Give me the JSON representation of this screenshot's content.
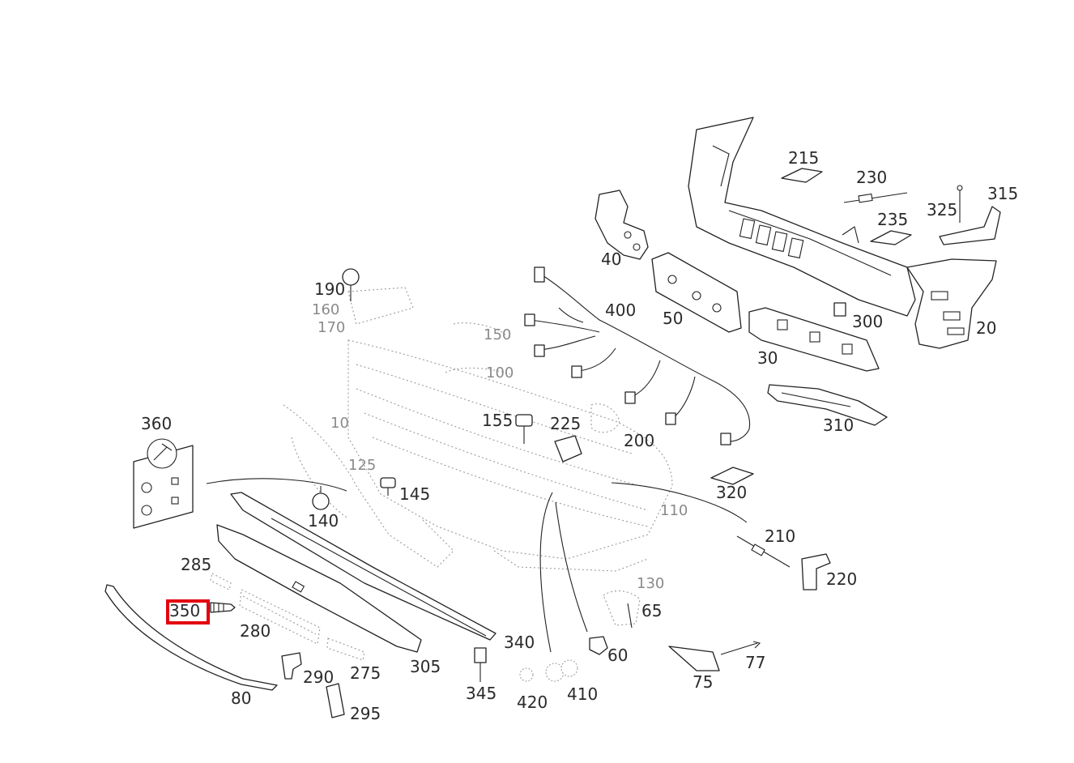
{
  "diagram": {
    "highlighted_part": "350",
    "labels": {
      "p20": "20",
      "p30": "30",
      "p40": "40",
      "p50": "50",
      "p60": "60",
      "p65": "65",
      "p75": "75",
      "p77": "77",
      "p80": "80",
      "p140": "140",
      "p145": "145",
      "p155": "155",
      "p190": "190",
      "p200": "200",
      "p210": "210",
      "p215": "215",
      "p220": "220",
      "p225": "225",
      "p230": "230",
      "p235": "235",
      "p275": "275",
      "p280": "280",
      "p285": "285",
      "p290": "290",
      "p295": "295",
      "p300": "300",
      "p305": "305",
      "p310": "310",
      "p315": "315",
      "p320": "320",
      "p325": "325",
      "p340": "340",
      "p345": "345",
      "p350": "350",
      "p360": "360",
      "p400": "400",
      "p410": "410",
      "p420": "420"
    },
    "ghost_labels": {
      "g160": "160",
      "g170": "170",
      "g150a": "150",
      "g100": "100",
      "g10": "10",
      "g125": "125",
      "g110": "110",
      "g130": "130"
    }
  }
}
